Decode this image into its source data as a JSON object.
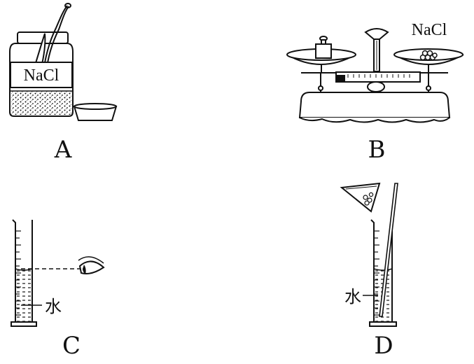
{
  "panels": {
    "a": {
      "label": "A",
      "jar_label": "NaCl"
    },
    "b": {
      "label": "B",
      "pan_label": "NaCl"
    },
    "c": {
      "label": "C",
      "liquid_label": "水"
    },
    "d": {
      "label": "D",
      "liquid_label": "水"
    }
  },
  "colors": {
    "ink": "#111111",
    "background": "#ffffff"
  }
}
